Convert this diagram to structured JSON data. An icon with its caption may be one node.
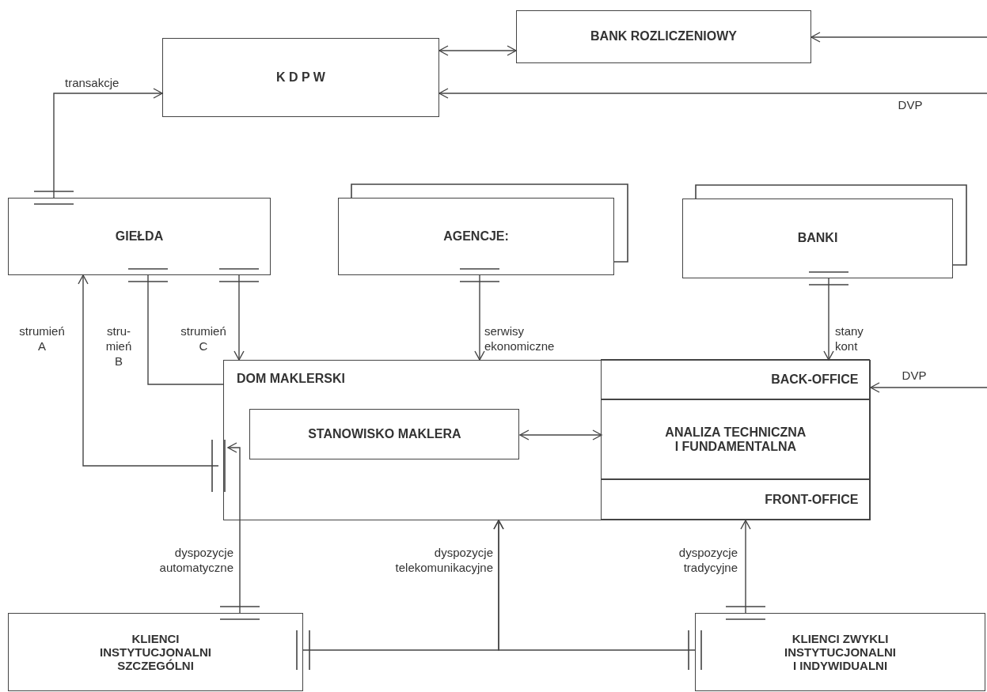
{
  "diagram": {
    "nodes": [
      {
        "text": [
          "K D P W"
        ]
      },
      {
        "text": [
          "BANK ROZLICZENIOWY"
        ]
      },
      {
        "text": [
          "GIEŁDA"
        ]
      },
      {
        "text": [
          "AGENCJE:"
        ]
      },
      {
        "text": [
          "BANKI"
        ]
      },
      {
        "text": [
          "DOM MAKLERSKI"
        ]
      },
      {
        "text": [
          "STANOWISKO MAKLERA"
        ],
        "in": 5
      },
      {
        "text": [
          "BACK-OFFICE"
        ],
        "in": 5
      },
      {
        "text": [
          "ANALIZA TECHNICZNA I FUNDAMENTALNA"
        ],
        "in": 5
      },
      {
        "text": [
          "FRONT-OFFICE"
        ],
        "in": 5
      },
      {
        "text": [
          "KLIENCI INSTYTUCJONALNI SZCZEGÓLNI"
        ]
      },
      {
        "text": [
          "KLIENCI ZWYKLI INSTYTUCJONALNI I INDYWIDUALNI"
        ]
      }
    ],
    "edges": [
      {
        "from": 0,
        "to": 1,
        "arrow": "both"
      },
      {
        "from": null,
        "to": 1,
        "arrow": "to"
      },
      {
        "from": null,
        "to": 0,
        "arrow": "to",
        "label": "DVP"
      },
      {
        "from": 2,
        "to": 0,
        "arrow": "to",
        "label": "transakcje"
      },
      {
        "from": 5,
        "to": 2,
        "arrow": "to",
        "label": "strumień A"
      },
      {
        "from": 2,
        "to": 5,
        "arrow": "none",
        "label": "stru- mień B"
      },
      {
        "from": 2,
        "to": 5,
        "arrow": "to",
        "label": "strumień C"
      },
      {
        "from": 3,
        "to": 5,
        "arrow": "to",
        "label": "serwisy ekonomiczne"
      },
      {
        "from": 4,
        "to": 7,
        "arrow": "to",
        "label": "stany kont"
      },
      {
        "from": null,
        "to": 7,
        "arrow": "to",
        "label": "DVP"
      },
      {
        "from": 6,
        "to": 8,
        "arrow": "both"
      },
      {
        "from": 10,
        "to": 5,
        "arrow": "to",
        "label": "dyspozycje automatyczne"
      },
      {
        "from": 10,
        "to": 5,
        "arrow": "to",
        "label": "dyspozycje telekomunikacyjne"
      },
      {
        "from": 11,
        "to": 5,
        "arrow": "to"
      },
      {
        "from": 11,
        "to": 9,
        "arrow": "to",
        "label": "dyspozycje tradycyjne"
      }
    ]
  }
}
